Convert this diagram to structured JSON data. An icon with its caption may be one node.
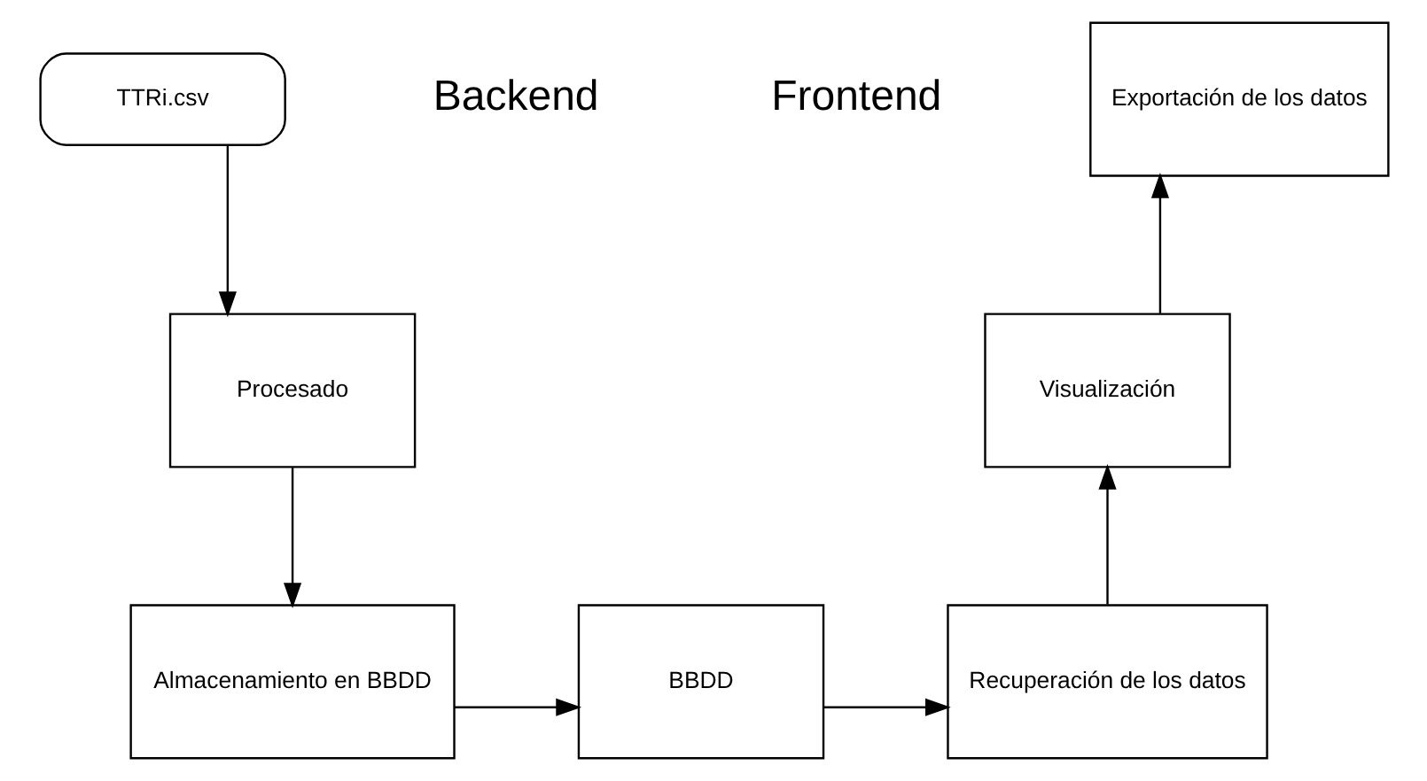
{
  "diagram": {
    "nodes": [
      {
        "text": [
          "TTRi.csv"
        ]
      },
      {
        "text": [
          "Procesado"
        ]
      },
      {
        "text": [
          "Almacenamiento en BBDD"
        ]
      },
      {
        "text": [
          "BBDD"
        ]
      },
      {
        "text": [
          "Recuperación de los datos"
        ]
      },
      {
        "text": [
          "Visualización"
        ]
      },
      {
        "text": [
          "Exportación de los datos"
        ]
      }
    ],
    "edges": [
      {
        "from": 0,
        "to": 1,
        "arrow": "to"
      },
      {
        "from": 1,
        "to": 2,
        "arrow": "to"
      },
      {
        "from": 2,
        "to": 3,
        "arrow": "to"
      },
      {
        "from": 3,
        "to": 4,
        "arrow": "to"
      },
      {
        "from": 4,
        "to": 5,
        "arrow": "to"
      },
      {
        "from": 5,
        "to": 6,
        "arrow": "to"
      }
    ],
    "labels": [
      "Backend",
      "Frontend"
    ]
  }
}
